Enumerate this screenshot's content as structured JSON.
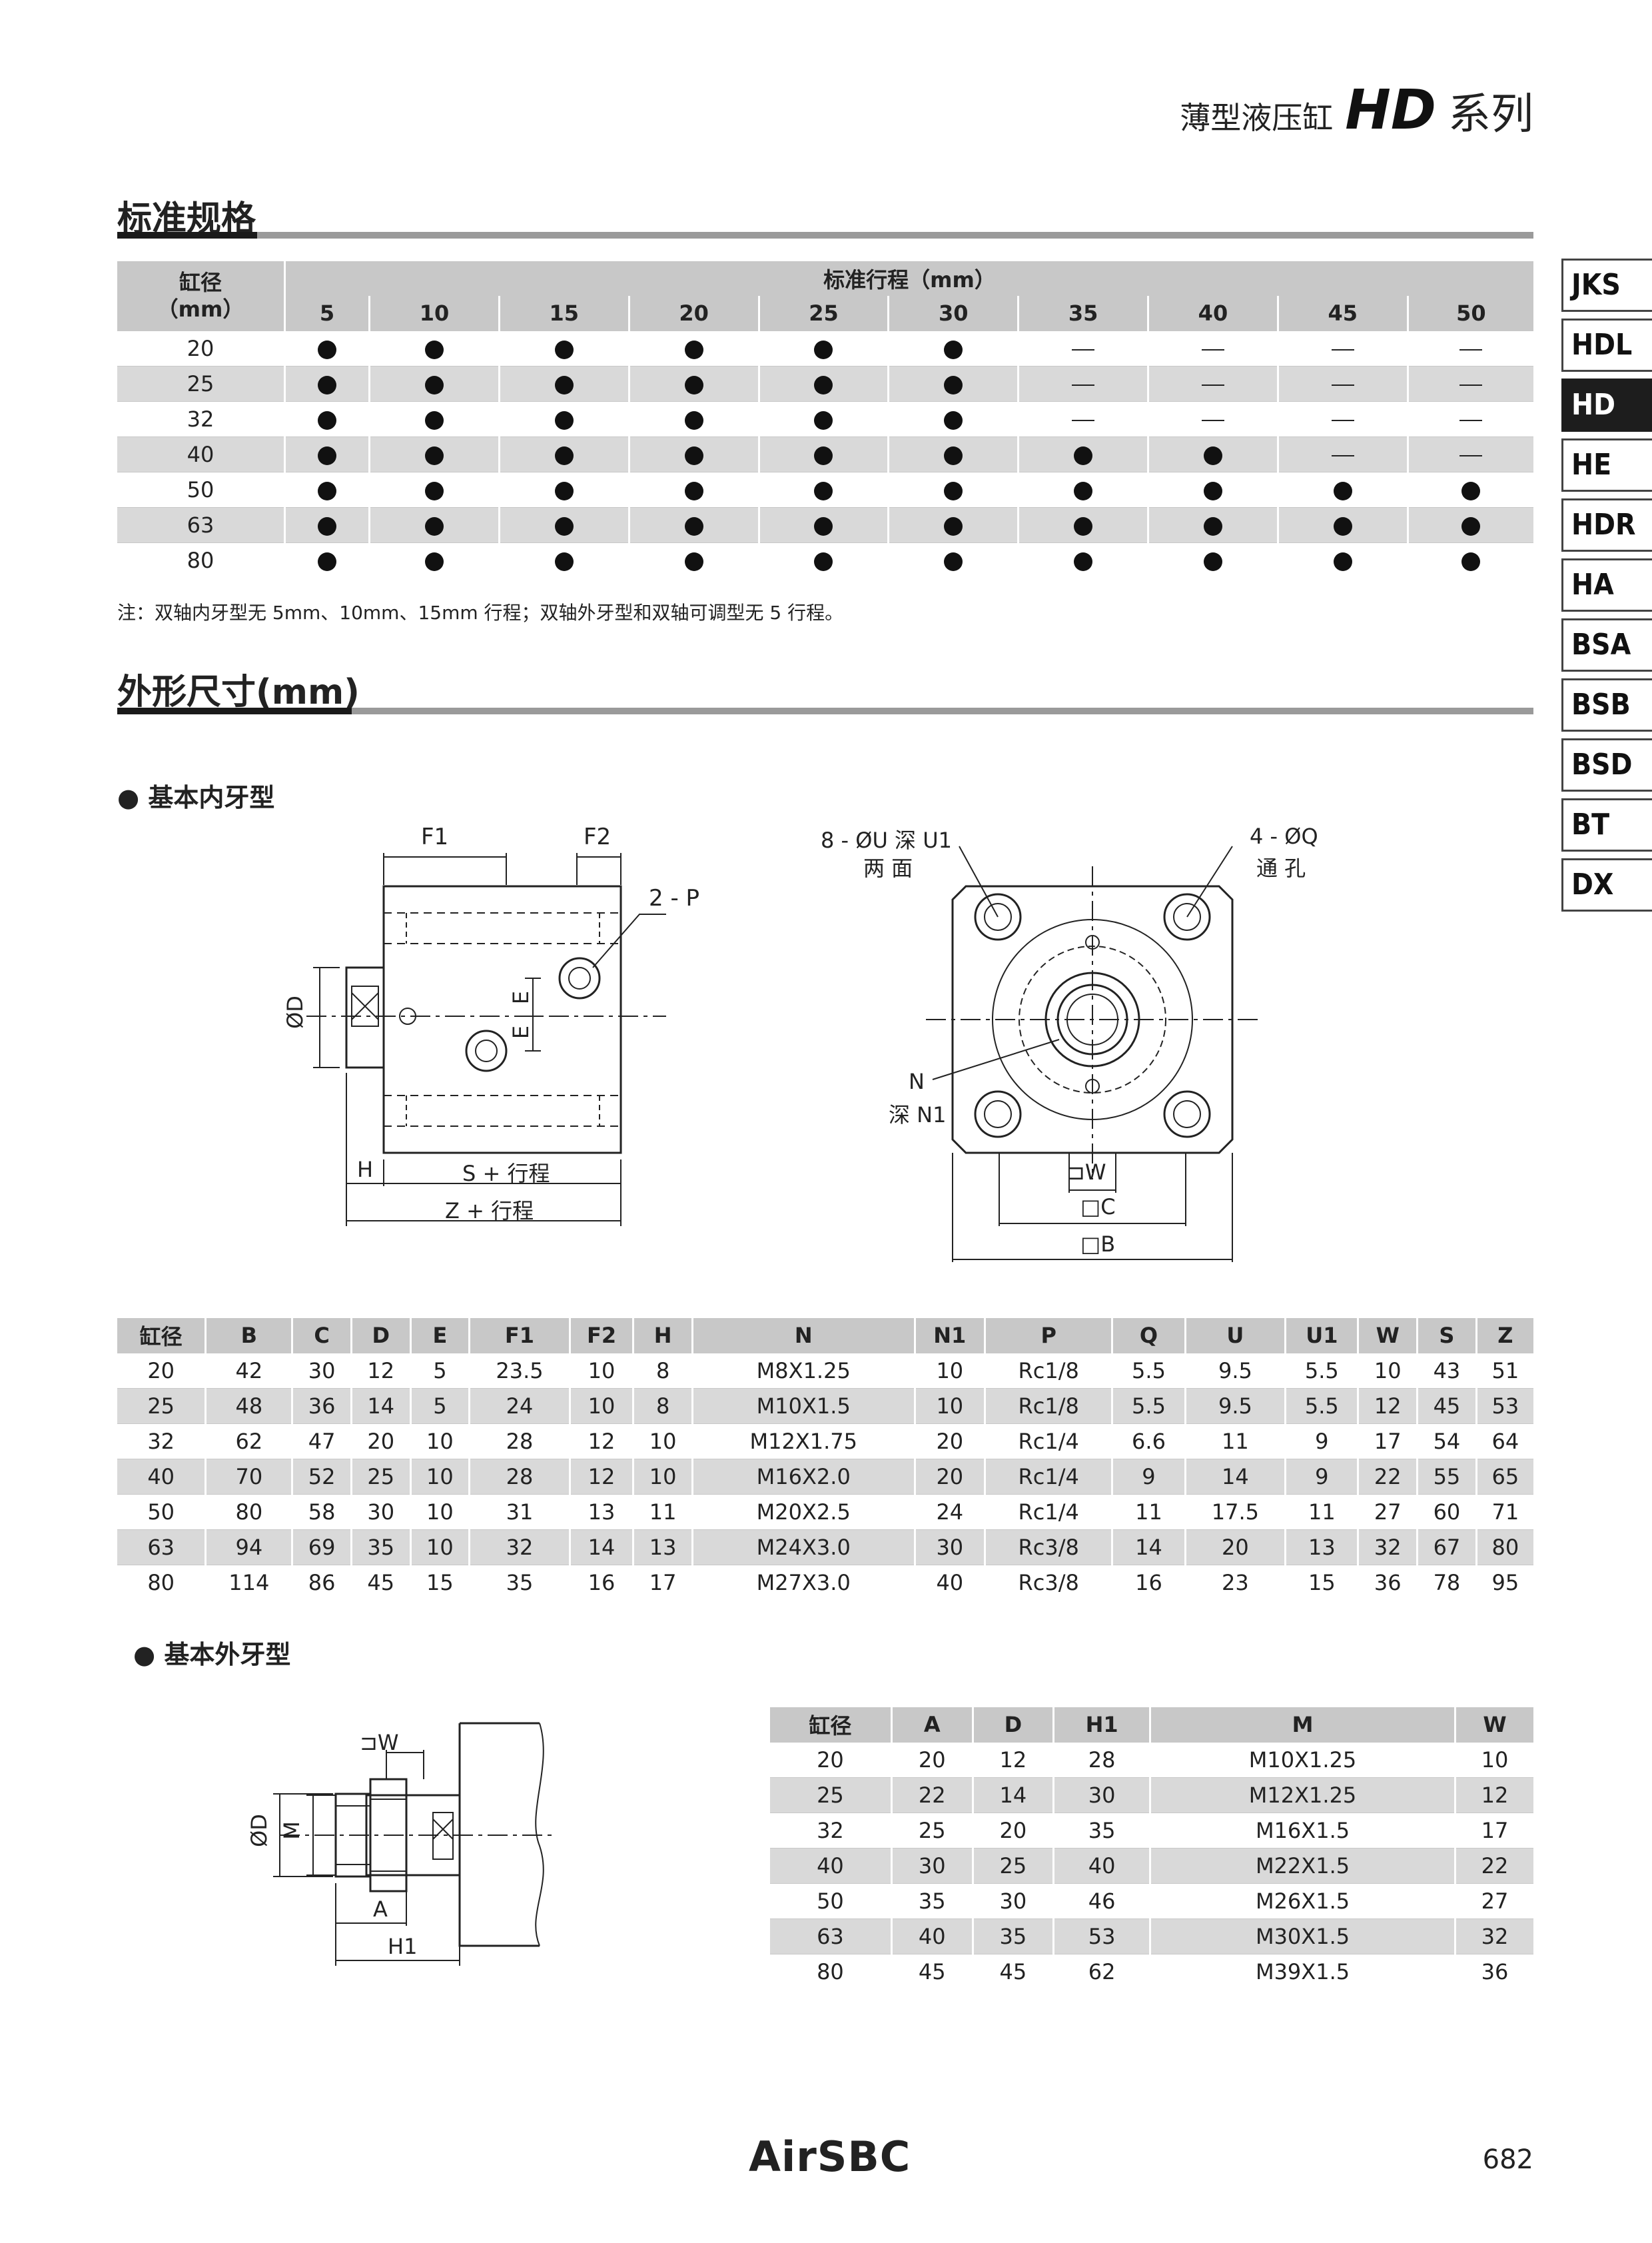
{
  "header": {
    "title_cn": "薄型液压缸",
    "title_model": "HD",
    "title_series": "系列"
  },
  "sidebar": {
    "tabs": [
      "JKS",
      "HDL",
      "HD",
      "HE",
      "HDR",
      "HA",
      "BSA",
      "BSB",
      "BSD",
      "BT",
      "DX"
    ],
    "active": "HD"
  },
  "section1": {
    "title": "标准规格",
    "table": {
      "bore_header": "缸径\n（mm）",
      "stroke_header": "标准行程（mm）",
      "strokes": [
        "5",
        "10",
        "15",
        "20",
        "25",
        "30",
        "35",
        "40",
        "45",
        "50"
      ],
      "rows": [
        {
          "bore": "20",
          "avail": [
            "●",
            "●",
            "●",
            "●",
            "●",
            "●",
            "—",
            "—",
            "—",
            "—"
          ]
        },
        {
          "bore": "25",
          "avail": [
            "●",
            "●",
            "●",
            "●",
            "●",
            "●",
            "—",
            "—",
            "—",
            "—"
          ]
        },
        {
          "bore": "32",
          "avail": [
            "●",
            "●",
            "●",
            "●",
            "●",
            "●",
            "—",
            "—",
            "—",
            "—"
          ]
        },
        {
          "bore": "40",
          "avail": [
            "●",
            "●",
            "●",
            "●",
            "●",
            "●",
            "●",
            "●",
            "—",
            "—"
          ]
        },
        {
          "bore": "50",
          "avail": [
            "●",
            "●",
            "●",
            "●",
            "●",
            "●",
            "●",
            "●",
            "●",
            "●"
          ]
        },
        {
          "bore": "63",
          "avail": [
            "●",
            "●",
            "●",
            "●",
            "●",
            "●",
            "●",
            "●",
            "●",
            "●"
          ]
        },
        {
          "bore": "80",
          "avail": [
            "●",
            "●",
            "●",
            "●",
            "●",
            "●",
            "●",
            "●",
            "●",
            "●"
          ]
        }
      ]
    },
    "note": "注：双轴内牙型无 5mm、10mm、15mm 行程；双轴外牙型和双轴可调型无 5 行程。"
  },
  "section2": {
    "title": "外形尺寸(mm)",
    "sub1": "基本内牙型",
    "drawing1_labels": {
      "f1": "F1",
      "f2": "F2",
      "p": "2 - P",
      "e1": "E",
      "e2": "E",
      "d": "ØD",
      "h": "H",
      "s": "S + 行程",
      "z": "Z + 行程",
      "u": "8 - ØU 深 U1",
      "u_sub": "两 面",
      "q": "4 - ØQ",
      "q_sub": "通 孔",
      "n": "N",
      "n1": "深 N1",
      "w": "W",
      "c": "□C",
      "b": "□B"
    },
    "table1": {
      "headers": [
        "缸径",
        "B",
        "C",
        "D",
        "E",
        "F1",
        "F2",
        "H",
        "N",
        "N1",
        "P",
        "Q",
        "U",
        "U1",
        "W",
        "S",
        "Z"
      ],
      "rows": [
        [
          "20",
          "42",
          "30",
          "12",
          "5",
          "23.5",
          "10",
          "8",
          "M8X1.25",
          "10",
          "Rc1/8",
          "5.5",
          "9.5",
          "5.5",
          "10",
          "43",
          "51"
        ],
        [
          "25",
          "48",
          "36",
          "14",
          "5",
          "24",
          "10",
          "8",
          "M10X1.5",
          "10",
          "Rc1/8",
          "5.5",
          "9.5",
          "5.5",
          "12",
          "45",
          "53"
        ],
        [
          "32",
          "62",
          "47",
          "20",
          "10",
          "28",
          "12",
          "10",
          "M12X1.75",
          "20",
          "Rc1/4",
          "6.6",
          "11",
          "9",
          "17",
          "54",
          "64"
        ],
        [
          "40",
          "70",
          "52",
          "25",
          "10",
          "28",
          "12",
          "10",
          "M16X2.0",
          "20",
          "Rc1/4",
          "9",
          "14",
          "9",
          "22",
          "55",
          "65"
        ],
        [
          "50",
          "80",
          "58",
          "30",
          "10",
          "31",
          "13",
          "11",
          "M20X2.5",
          "24",
          "Rc1/4",
          "11",
          "17.5",
          "11",
          "27",
          "60",
          "71"
        ],
        [
          "63",
          "94",
          "69",
          "35",
          "10",
          "32",
          "14",
          "13",
          "M24X3.0",
          "30",
          "Rc3/8",
          "14",
          "20",
          "13",
          "32",
          "67",
          "80"
        ],
        [
          "80",
          "114",
          "86",
          "45",
          "15",
          "35",
          "16",
          "17",
          "M27X3.0",
          "40",
          "Rc3/8",
          "16",
          "23",
          "15",
          "36",
          "78",
          "95"
        ]
      ]
    },
    "sub2": "基本外牙型",
    "drawing2_labels": {
      "w": "W",
      "d": "ØD",
      "m": "M",
      "a": "A",
      "h1": "H1"
    },
    "table2": {
      "headers": [
        "缸径",
        "A",
        "D",
        "H1",
        "M",
        "W"
      ],
      "rows": [
        [
          "20",
          "20",
          "12",
          "28",
          "M10X1.25",
          "10"
        ],
        [
          "25",
          "22",
          "14",
          "30",
          "M12X1.25",
          "12"
        ],
        [
          "32",
          "25",
          "20",
          "35",
          "M16X1.5",
          "17"
        ],
        [
          "40",
          "30",
          "25",
          "40",
          "M22X1.5",
          "22"
        ],
        [
          "50",
          "35",
          "30",
          "46",
          "M26X1.5",
          "27"
        ],
        [
          "63",
          "40",
          "35",
          "53",
          "M30X1.5",
          "32"
        ],
        [
          "80",
          "45",
          "45",
          "62",
          "M39X1.5",
          "36"
        ]
      ]
    }
  },
  "footer": {
    "logo": "AirSBC",
    "page": "682"
  }
}
